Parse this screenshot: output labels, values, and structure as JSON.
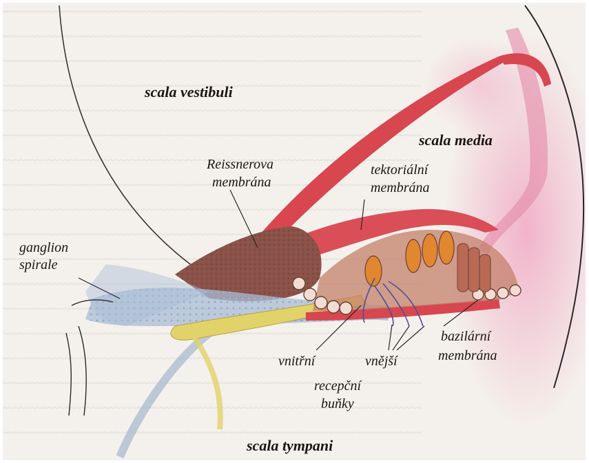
{
  "labels": {
    "scala_vestibuli": "scala vestibuli",
    "scala_media": "scala media",
    "reissner_line1": "Reissnerova",
    "reissner_line2": "membrána",
    "tectorial_line1": "tektoriální",
    "tectorial_line2": "membrána",
    "ganglion_line1": "ganglion",
    "ganglion_line2": "spirale",
    "basilar_line1": "bazilární",
    "basilar_line2": "membrána",
    "inner": "vnitřní",
    "outer": "vnější",
    "receptor_line1": "recepční",
    "receptor_line2": "buňky",
    "scala_tympani": "scala tympani"
  },
  "colors": {
    "membrane_red": "#d8464f",
    "pink_wash": "#f0a8c4",
    "hair_cell_orange": "#e0872f",
    "bone_blue": "#a9bcd6",
    "nerve_yellow": "#e2d26a",
    "tissue_brown": "#8a5248"
  }
}
